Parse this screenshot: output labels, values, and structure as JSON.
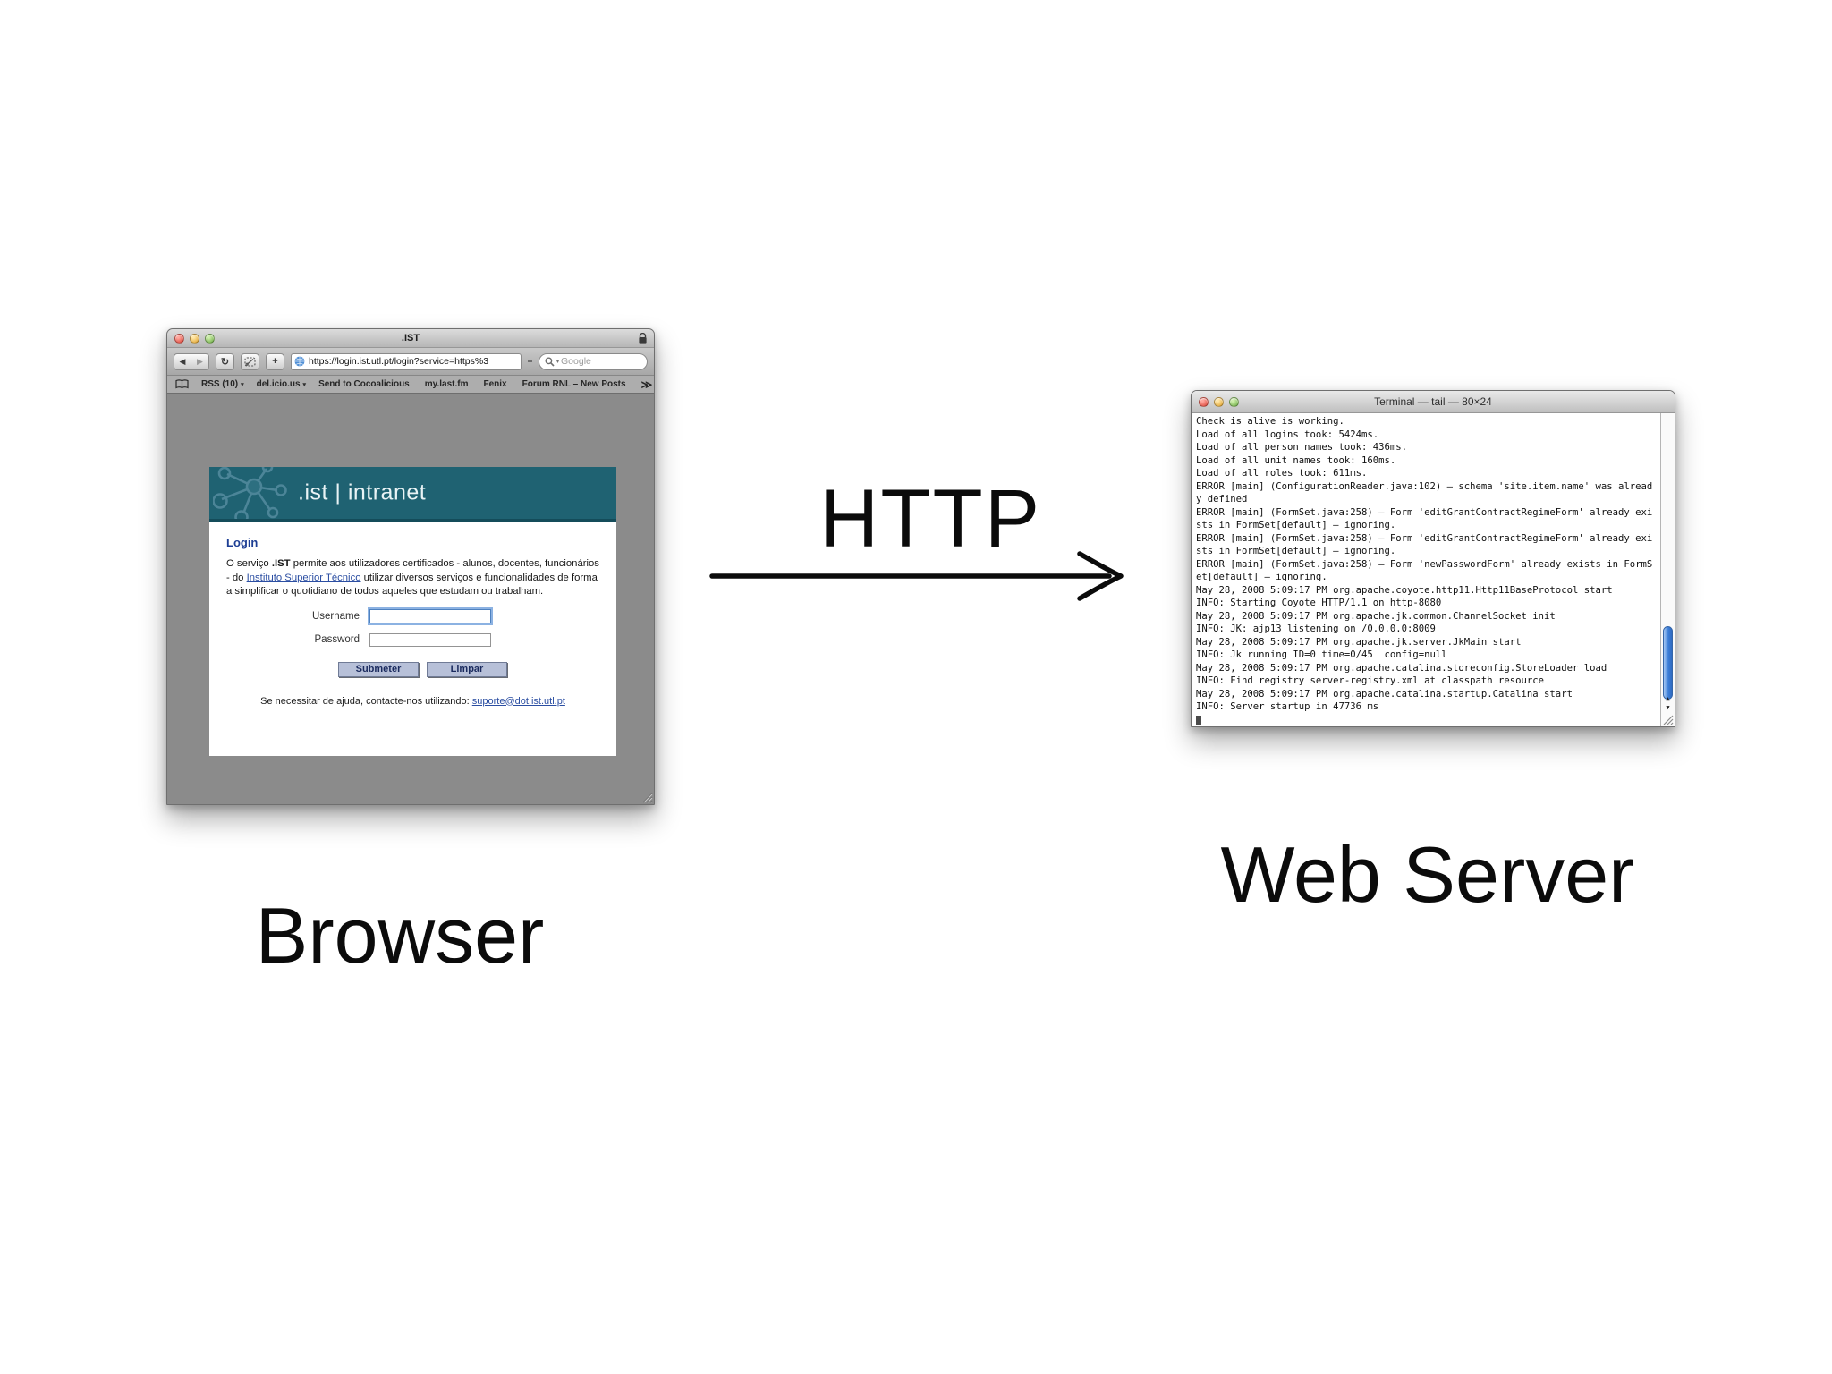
{
  "diagram": {
    "http_label": "HTTP",
    "browser_caption": "Browser",
    "webserver_caption": "Web Server"
  },
  "icons": {
    "back": "◀",
    "forward": "▶",
    "reload": "↻",
    "add": "+",
    "search_menu_arrow": "▾",
    "bookmarks_overflow": "≫",
    "scroll_up": "▲",
    "scroll_down": "▼"
  },
  "browser": {
    "window_title": ".IST",
    "toolbar": {
      "url": "https://login.ist.utl.pt/login?service=https%3",
      "search_placeholder": "Google"
    },
    "bookmarks_bar": {
      "items": [
        {
          "label": "RSS (10)",
          "menu_arrow": "▾"
        },
        {
          "label": "del.icio.us",
          "menu_arrow": "▾"
        },
        {
          "label": "Send to Cocoalicious",
          "menu_arrow": ""
        },
        {
          "label": "my.last.fm",
          "menu_arrow": ""
        },
        {
          "label": "Fenix",
          "menu_arrow": ""
        },
        {
          "label": "Forum RNL – New Posts",
          "menu_arrow": ""
        }
      ]
    },
    "page": {
      "brand": ".ist | intranet",
      "heading": "Login",
      "intro": {
        "part1": "O serviço ",
        "bold": ".IST",
        "part2": " permite aos utilizadores certificados - alunos, docentes, funcionários - do ",
        "link": "Instituto Superior Técnico",
        "part3": " utilizar diversos serviços e funcionalidades de forma a simplificar o quotidiano de todos aqueles que estudam ou trabalham."
      },
      "form": {
        "username_label": "Username",
        "username_value": "",
        "password_label": "Password",
        "password_value": "",
        "submit_label": "Submeter",
        "reset_label": "Limpar"
      },
      "help": {
        "text": "Se necessitar de ajuda, contacte-nos utilizando: ",
        "link": "suporte@dot.ist.utl.pt"
      }
    }
  },
  "terminal": {
    "window_title": "Terminal — tail — 80×24",
    "lines": [
      "Check is alive is working.",
      "Load of all logins took: 5424ms.",
      "Load of all person names took: 436ms.",
      "Load of all unit names took: 160ms.",
      "Load of all roles took: 611ms.",
      "ERROR [main] (ConfigurationReader.java:102) – schema 'site.item.name' was alread",
      "y defined",
      "ERROR [main] (FormSet.java:258) – Form 'editGrantContractRegimeForm' already exi",
      "sts in FormSet[default] – ignoring.",
      "ERROR [main] (FormSet.java:258) – Form 'editGrantContractRegimeForm' already exi",
      "sts in FormSet[default] – ignoring.",
      "ERROR [main] (FormSet.java:258) – Form 'newPasswordForm' already exists in FormS",
      "et[default] – ignoring.",
      "May 28, 2008 5:09:17 PM org.apache.coyote.http11.Http11BaseProtocol start",
      "INFO: Starting Coyote HTTP/1.1 on http-8080",
      "May 28, 2008 5:09:17 PM org.apache.jk.common.ChannelSocket init",
      "INFO: JK: ajp13 listening on /0.0.0.0:8009",
      "May 28, 2008 5:09:17 PM org.apache.jk.server.JkMain start",
      "INFO: Jk running ID=0 time=0/45  config=null",
      "May 28, 2008 5:09:17 PM org.apache.catalina.storeconfig.StoreLoader load",
      "INFO: Find registry server-registry.xml at classpath resource",
      "May 28, 2008 5:09:17 PM org.apache.catalina.startup.Catalina start",
      "INFO: Server startup in 47736 ms"
    ]
  },
  "colors": {
    "panel_header_teal": "#1f6272",
    "link_blue": "#2b4ea2",
    "button_bg": "#b7c0d8",
    "heading_blue": "#1d3e94",
    "scrollbar_thumb_blue": "#3d7fd9",
    "content_gray": "#8b8b8b"
  }
}
